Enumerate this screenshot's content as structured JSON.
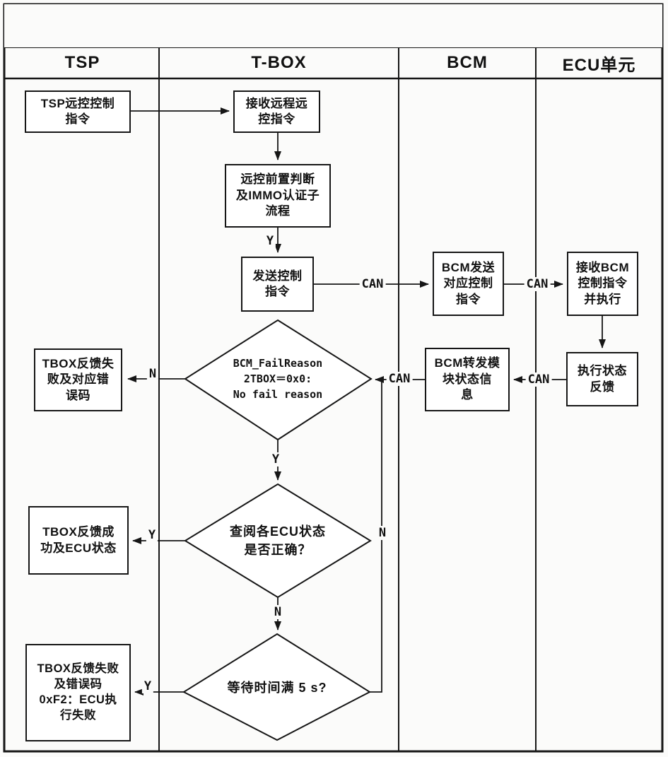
{
  "figure": {
    "title_bar_text": ""
  },
  "lanes": [
    {
      "id": "tsp",
      "label": "TSP"
    },
    {
      "id": "tbox",
      "label": "T-BOX"
    },
    {
      "id": "bcm",
      "label": "BCM"
    },
    {
      "id": "ecu",
      "label": "ECU单元"
    }
  ],
  "nodes": {
    "tsp_cmd": {
      "lane": "tsp",
      "type": "process",
      "text": "TSP远控控制\n指令"
    },
    "tbox_recv": {
      "lane": "tbox",
      "type": "process",
      "text": "接收远程远\n控指令"
    },
    "tbox_judge": {
      "lane": "tbox",
      "type": "process",
      "text": "远控前置判断\n及IMMO认证子\n流程"
    },
    "tbox_send": {
      "lane": "tbox",
      "type": "process",
      "text": "发送控制\n指令"
    },
    "bcm_send": {
      "lane": "bcm",
      "type": "process",
      "text": "BCM发送\n对应控制\n指令"
    },
    "ecu_recv": {
      "lane": "ecu",
      "type": "process",
      "text": "接收BCM\n控制指令\n并执行"
    },
    "ecu_exec": {
      "lane": "ecu",
      "type": "process",
      "text": "执行状态\n反馈"
    },
    "bcm_forward": {
      "lane": "bcm",
      "type": "process",
      "text": "BCM转发模\n块状态信\n息"
    },
    "d_failreason": {
      "lane": "tbox",
      "type": "decision",
      "text": "BCM_FailReason\n2TBOX＝0x0:\nNo fail reason"
    },
    "d_ecu_check": {
      "lane": "tbox",
      "type": "decision",
      "text": "查阅各ECU状态\n是否正确？"
    },
    "d_wait": {
      "lane": "tbox",
      "type": "decision",
      "text": "等待时间满 5 s?"
    },
    "tsp_fail1": {
      "lane": "tsp",
      "type": "process",
      "text": "TBOX反馈失\n败及对应错\n误码"
    },
    "tsp_success": {
      "lane": "tsp",
      "type": "process",
      "text": "TBOX反馈成\n功及ECU状态"
    },
    "tsp_fail2": {
      "lane": "tsp",
      "type": "process",
      "text": "TBOX反馈失败\n及错误码\n0xF2：ECU执\n行失败"
    }
  },
  "edge_labels": {
    "can_tbox_bcm": "CAN",
    "can_bcm_ecu": "CAN",
    "can_ecu_bcm": "CAN",
    "can_bcm_tbox": "CAN",
    "y_after_immo": "Y",
    "y_d1_down": "Y",
    "y_d2_left": "Y",
    "y_d3_left": "Y",
    "n_d1_left": "N",
    "n_d2_down": "N",
    "n_d3_loop": "N"
  },
  "colors": {
    "line": "#161616",
    "background": "#fbfbfa",
    "node_fill": "#ffffff"
  }
}
